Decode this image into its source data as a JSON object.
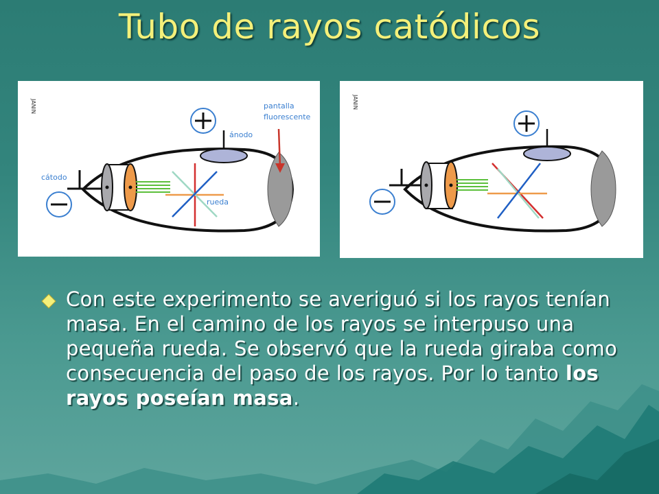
{
  "slide": {
    "title": "Tubo de rayos catódicos",
    "paragraph": {
      "text": "Con este experimento se averiguó si los rayos tenían masa. En el camino de los rayos se interpuso una pequeña rueda. Se observó que la rueda giraba como consecuencia del paso de los rayos. Por lo tanto ",
      "bold": "los rayos poseían masa",
      "end": "."
    }
  },
  "diagram_left": {
    "watermark": "JANIN",
    "labels": {
      "screen": [
        "pantalla",
        "fluorescente"
      ],
      "anode": "ánodo",
      "cathode": "cátodo",
      "wheel": "rueda"
    }
  },
  "diagram_right": {
    "watermark": "JANIN"
  },
  "colors": {
    "title": "#f4f07a",
    "label_blue": "#3a7fd0",
    "beam_green": "#5bbf3a",
    "cylinder_orange": "#ee9a4a",
    "arrow_red": "#c8352a"
  }
}
